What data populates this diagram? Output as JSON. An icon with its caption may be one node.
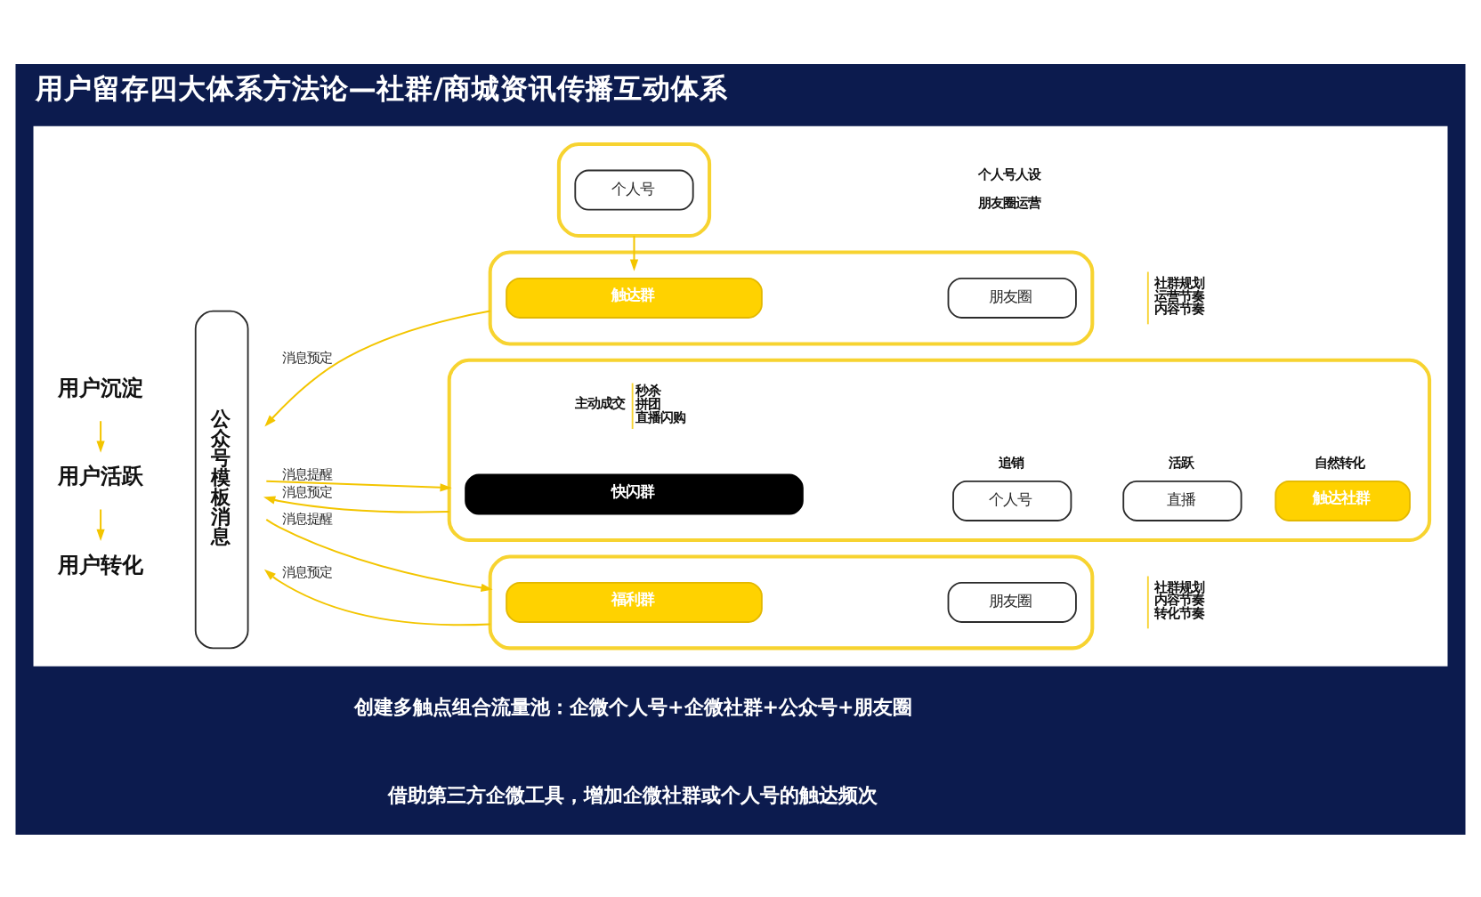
{
  "diagram": {
    "title": "用户留存四大体系方法论—社群/商城资讯传播互动体系",
    "nodes": [
      {
        "text": [],
        "shape": "box"
      },
      {
        "text": [
          "用户沉淀"
        ],
        "in": 0
      },
      {
        "text": [
          "用户活跃"
        ],
        "in": 0
      },
      {
        "text": [
          "用户转化"
        ],
        "in": 0
      },
      {
        "text": [],
        "shape": "box",
        "in": 0,
        "beside": [
          "个人号人设",
          "朋友圈运营"
        ]
      },
      {
        "text": [
          "个人号"
        ],
        "in": 4
      },
      {
        "text": [
          "公众号模板消息"
        ],
        "in": 0
      },
      {
        "text": [],
        "shape": "box",
        "in": 0,
        "beside": [
          "社群规划",
          "运营节奏",
          "内容节奏"
        ]
      },
      {
        "text": [
          "触达群"
        ],
        "in": 7
      },
      {
        "text": [
          "朋友圈"
        ],
        "in": 7
      },
      {
        "text": [],
        "shape": "box",
        "in": 0
      },
      {
        "text": [
          "快闪群"
        ],
        "in": 10,
        "beside": [
          "主动成交",
          "秒杀",
          "拼团",
          "直播闪购"
        ]
      },
      {
        "text": [
          "个人号"
        ],
        "in": 10,
        "beside": [
          "追销"
        ]
      },
      {
        "text": [
          "直播"
        ],
        "in": 10,
        "beside": [
          "活跃"
        ]
      },
      {
        "text": [
          "触达社群"
        ],
        "in": 10,
        "beside": [
          "自然转化"
        ]
      },
      {
        "text": [],
        "shape": "box",
        "in": 0,
        "beside": [
          "社群规划",
          "内容节奏",
          "转化节奏"
        ]
      },
      {
        "text": [
          "福利群"
        ],
        "in": 15
      },
      {
        "text": [
          "朋友圈"
        ],
        "in": 15
      }
    ],
    "edges": [
      {
        "from": 1,
        "to": 2,
        "arrow": "to"
      },
      {
        "from": 2,
        "to": 3,
        "arrow": "to"
      },
      {
        "from": 4,
        "to": 8,
        "arrow": "to"
      },
      {
        "from": 7,
        "to": 6,
        "arrow": "to",
        "label": "消息预定"
      },
      {
        "from": 10,
        "to": 6,
        "arrow": "to",
        "label": "消息预定"
      },
      {
        "from": 6,
        "to": 10,
        "arrow": "to",
        "label": "消息提醒"
      },
      {
        "from": 15,
        "to": 6,
        "arrow": "to",
        "label": "消息预定"
      },
      {
        "from": 6,
        "to": 15,
        "arrow": "to",
        "label": "消息提醒"
      }
    ],
    "labels": [
      "创建多触点组合流量池：企微个人号+企微社群+公众号+朋友圈",
      "借助第三方企微工具，增加企微社群或个人号的触达频次"
    ]
  }
}
